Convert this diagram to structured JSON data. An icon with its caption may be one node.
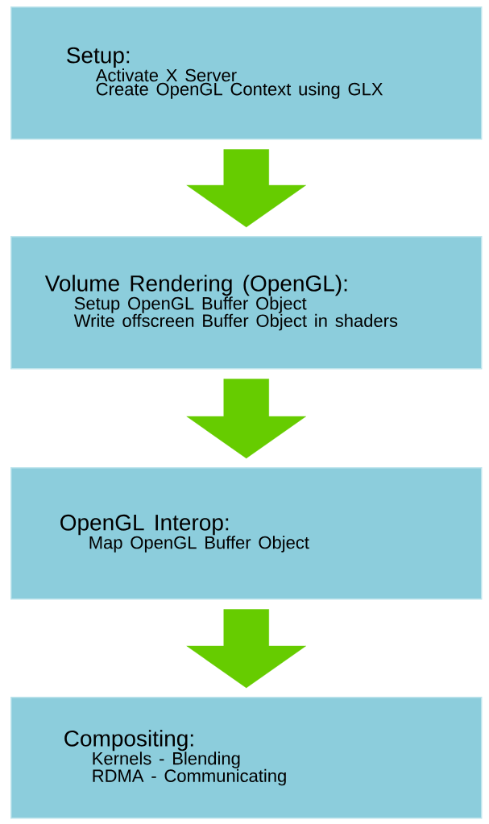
{
  "diagram": {
    "nodes": [
      {
        "text": [
          "Setup:",
          "Activate X Server",
          "Create OpenGL Context using GLX"
        ]
      },
      {
        "text": [
          "Volume Rendering (OpenGL):",
          "Setup OpenGL Buffer Object",
          "Write offscreen Buffer Object in shaders"
        ]
      },
      {
        "text": [
          "OpenGL Interop:",
          "Map OpenGL Buffer Object"
        ]
      },
      {
        "text": [
          "Compositing:",
          "Kernels - Blending",
          "RDMA - Communicating"
        ]
      }
    ],
    "edges": [
      {
        "from": 0,
        "to": 1,
        "arrow": "to"
      },
      {
        "from": 1,
        "to": 2,
        "arrow": "to"
      },
      {
        "from": 2,
        "to": 3,
        "arrow": "to"
      }
    ]
  }
}
